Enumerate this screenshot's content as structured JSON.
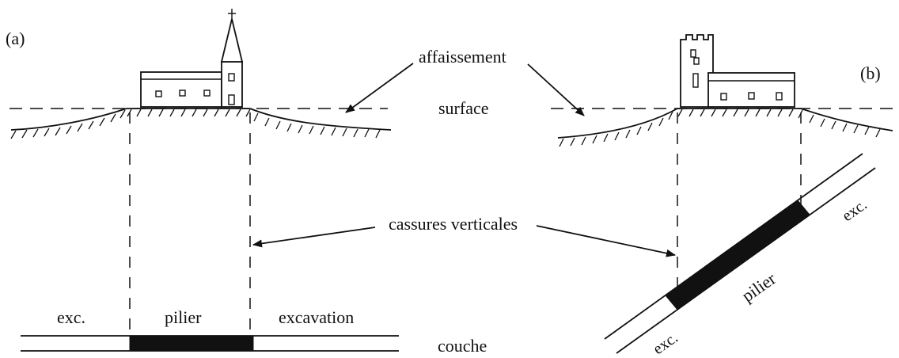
{
  "labels": {
    "panel_a": "(a)",
    "panel_b": "(b)",
    "affaissement": "affaissement",
    "surface": "surface",
    "cassures": "cassures verticales",
    "couche": "couche",
    "a_exc_left": "exc.",
    "a_pilier": "pilier",
    "a_excavation": "excavation",
    "b_pilier": "pilier",
    "b_exc_upper": "exc.",
    "b_exc_lower": "exc."
  }
}
